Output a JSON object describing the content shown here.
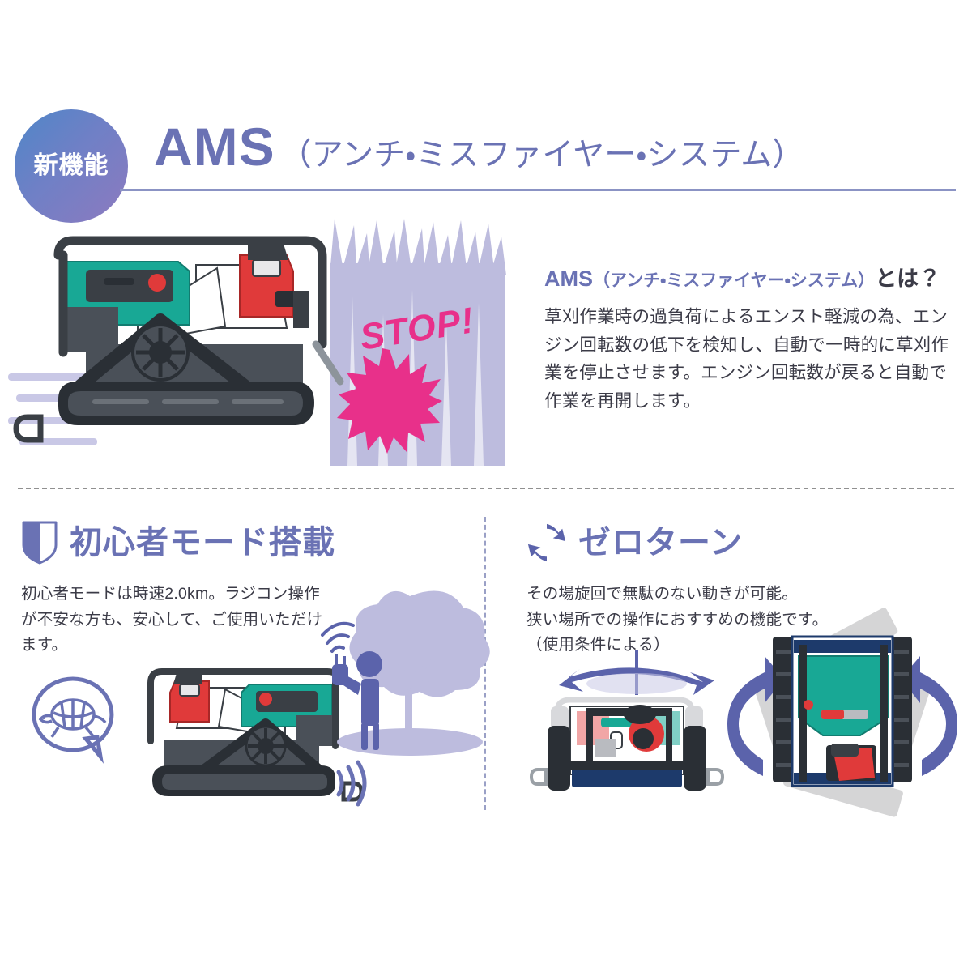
{
  "header": {
    "badge_label": "新機能",
    "title_main": "AMS",
    "title_sub": "（アンチ・ミスファイヤー・システム）",
    "accent_color": "#6a72b4",
    "badge_gradient_from": "#4f86c8",
    "badge_gradient_to": "#8d7abf"
  },
  "top_section": {
    "stop_label": "STOP!",
    "stop_color": "#e8308a",
    "grass_color": "#bdbcde",
    "heading_abbr": "AMS",
    "heading_paren": "（アンチ・ミスファイヤー・システム）",
    "heading_tail": "とは？",
    "body": "草刈作業時の過負荷によるエンスト軽減の為、エンジン回転数の低下を検知し、自動で一時的に草刈作業を停止させます。エンジン回転数が戻ると自動で作業を再開します。"
  },
  "panels": [
    {
      "icon": "beginner-shield-icon",
      "title": "初心者モード搭載",
      "body": "初心者モードは時速2.0km。ラジコン操作が不安な方も、安心して、ご使用いただけます。",
      "speed_value": "2.0km"
    },
    {
      "icon": "rotate-refresh-icon",
      "title": "ゼロターン",
      "body": "その場旋回で無駄のない動きが可能。\n狭い場所での操作におすすめの機能です。\n（使用条件による）"
    }
  ],
  "colors": {
    "machine_teal": "#18a895",
    "machine_red": "#e03a3a",
    "machine_dark": "#3a3f45",
    "machine_navy": "#1d3a6b",
    "arrow_purple": "#5b63ab",
    "lavender": "#bdbcde",
    "text_dark": "#3b3b47"
  }
}
